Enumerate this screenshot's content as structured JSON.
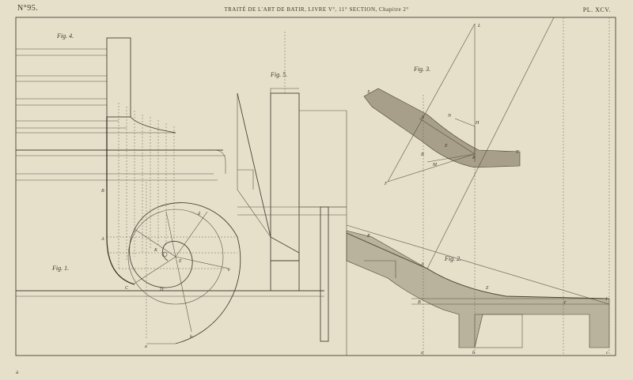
{
  "header": {
    "plate_no": "N°95.",
    "title": "TRAITÉ DE L'ART DE BATIR, LIVRE V°, 11° SECTION, Chapitre 2°",
    "plate": "PL. XCV."
  },
  "figures": {
    "fig1": "Fig. 1.",
    "fig2": "Fig. 2.",
    "fig3": "Fig. 3.",
    "fig4": "Fig. 4.",
    "fig5": "Fig. 5."
  },
  "labels": {
    "fig3": [
      "L",
      "X",
      "A",
      "N",
      "H",
      "E",
      "B",
      "R",
      "T",
      "M",
      "F"
    ],
    "fig2": [
      "R",
      "A",
      "B",
      "T",
      "1",
      "a",
      "b",
      "c",
      "Z"
    ],
    "fig1": [
      "A",
      "B",
      "C",
      "D",
      "E",
      "K",
      "d",
      "e",
      "a",
      "b"
    ]
  },
  "footer": "a"
}
